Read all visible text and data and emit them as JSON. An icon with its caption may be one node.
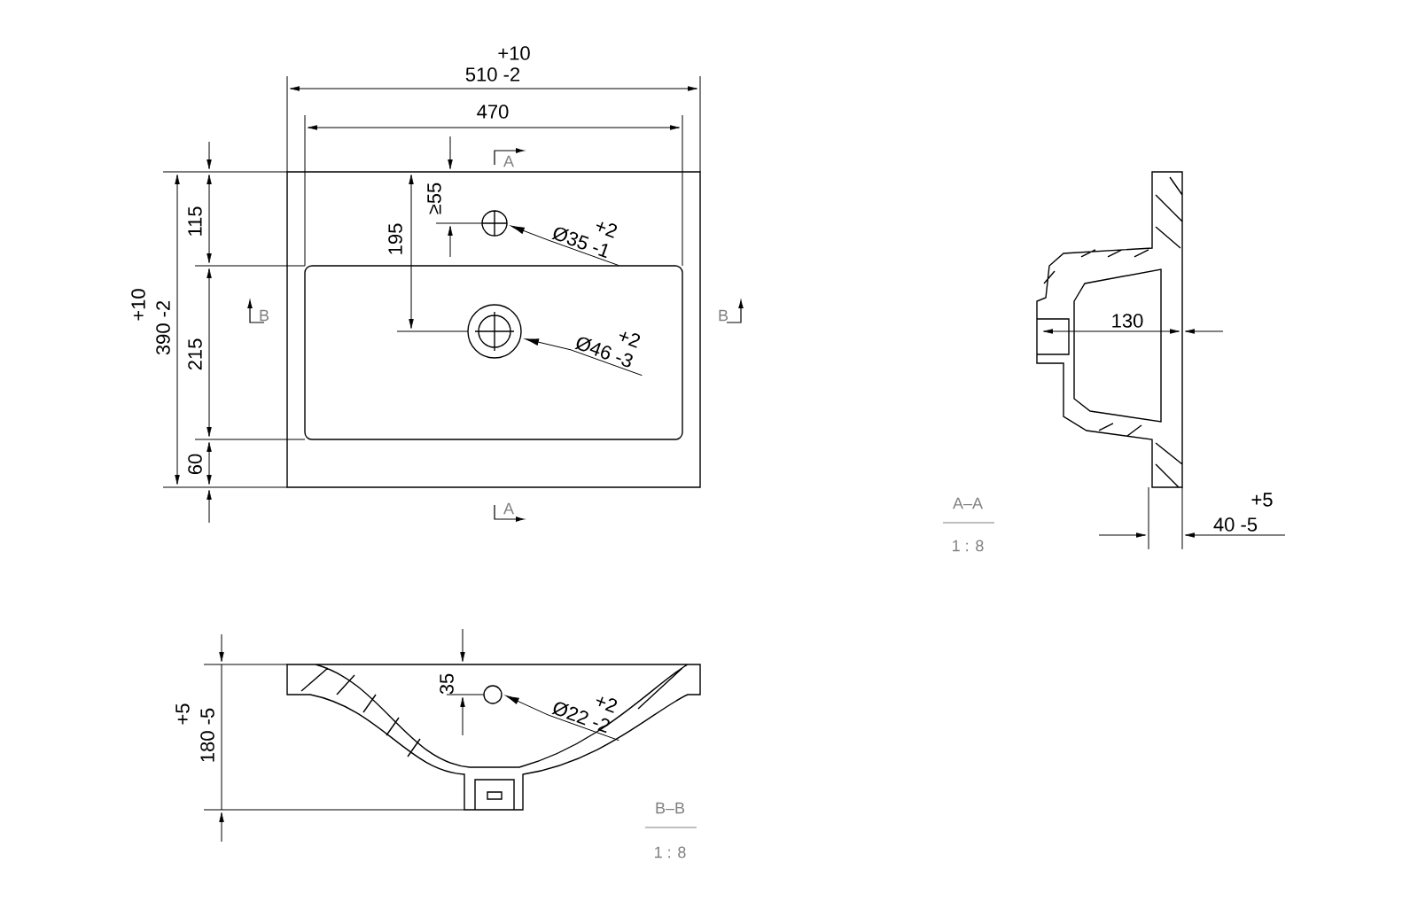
{
  "diagram": {
    "nodes": [
      {
        "text": [
          "+2",
          "Ø35 -1"
        ]
      },
      {
        "text": [
          "+2",
          "Ø46 -3"
        ]
      },
      {
        "text": [
          "+2",
          "Ø22 -2"
        ]
      }
    ],
    "edges": [
      {
        "from": 0,
        "to": null,
        "arrow": "to"
      },
      {
        "from": 1,
        "to": null,
        "arrow": "to"
      },
      {
        "from": 2,
        "to": null,
        "arrow": "to"
      }
    ],
    "labels": [
      "+10",
      "510 -2",
      "470",
      "A",
      "≥55",
      "195",
      "115",
      "B",
      "B",
      "+10",
      "390 -2",
      "215",
      "60",
      "A",
      "130",
      "A–A",
      "1 : 8",
      "+5",
      "40 -5",
      "+5",
      "35",
      "180 -5",
      "B–B",
      "1 : 8"
    ]
  }
}
